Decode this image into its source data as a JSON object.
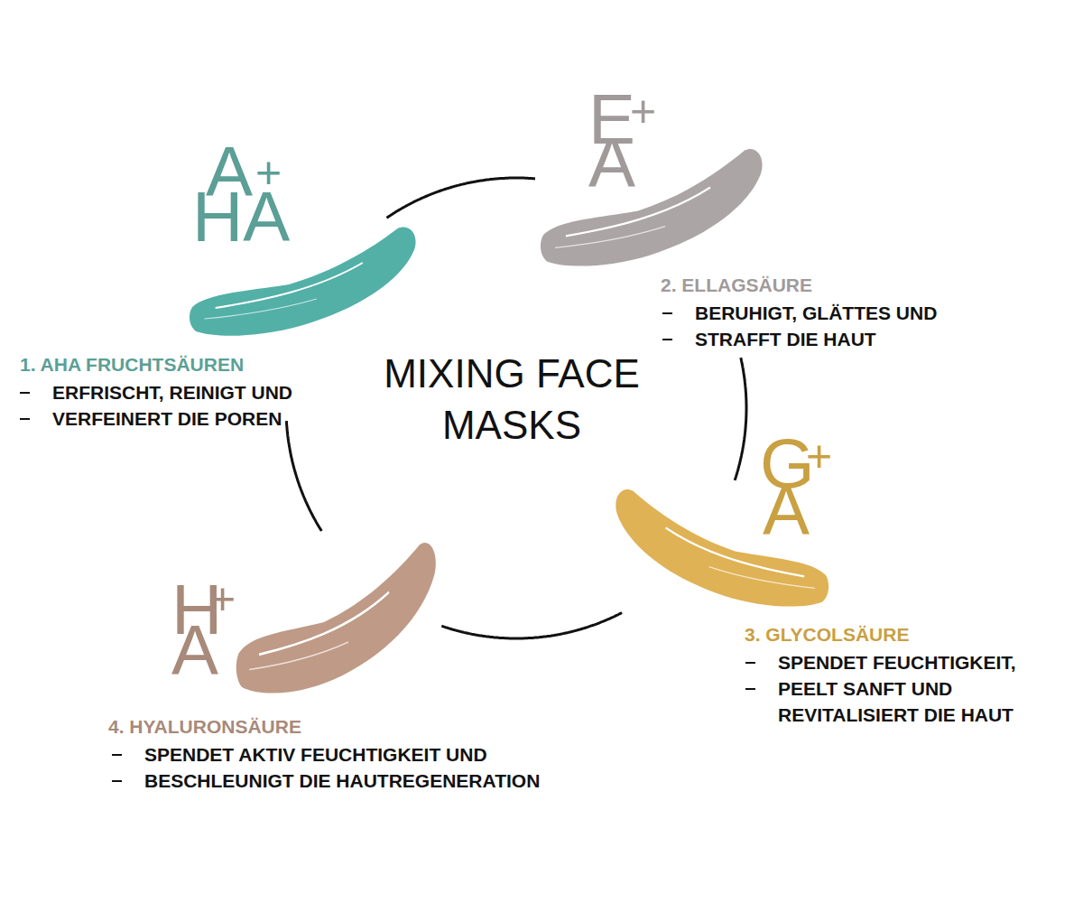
{
  "diagram": {
    "title": "MIXING FACE MASKS",
    "nodes": [
      {
        "text": [
          "A",
          "+",
          "HA",
          "1. AHA FRUCHTSÄUREN",
          "ERFRISCHT, REINIGT UND",
          "VERFEINERT DIE POREN"
        ]
      },
      {
        "text": [
          "E",
          "+",
          "A",
          "2. ELLAGSÄURE",
          "BERUHIGT, GLÄTTES UND",
          "STRAFFT DIE HAUT"
        ]
      },
      {
        "text": [
          "G",
          "+",
          "A",
          "3. GLYCOLSÄURE",
          "SPENDET FEUCHTIGKEIT,",
          "PEELT SANFT UND REVITALISIERT DIE HAUT"
        ]
      },
      {
        "text": [
          "H",
          "+",
          "A",
          "4. HYALURONSÄURE",
          "SPENDET AKTIV FEUCHTIGKEIT UND",
          "BESCHLEUNIGT DIE HAUTREGENERATION"
        ]
      }
    ],
    "edges": [
      {
        "from": 0,
        "to": 1,
        "arrow": "none"
      },
      {
        "from": 1,
        "to": 2,
        "arrow": "none"
      },
      {
        "from": 2,
        "to": 3,
        "arrow": "none"
      },
      {
        "from": 3,
        "to": 0,
        "arrow": "none"
      }
    ]
  }
}
